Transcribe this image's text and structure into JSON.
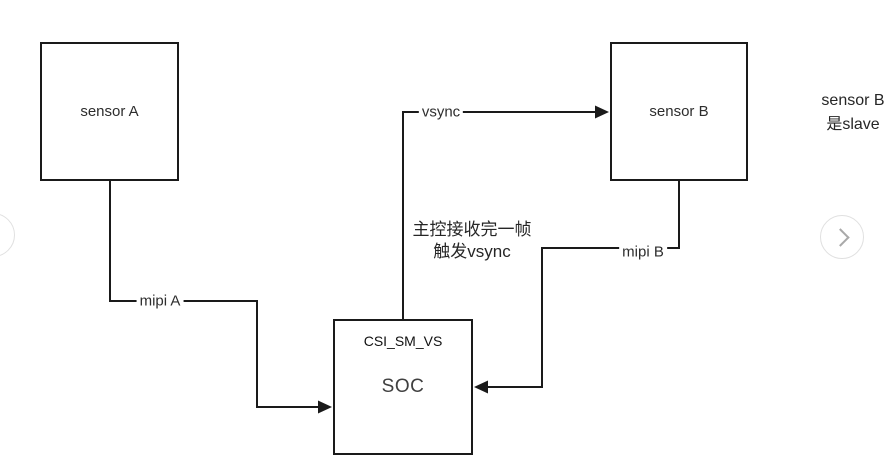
{
  "diagram": {
    "nodes": {
      "sensor_a": {
        "label": "sensor A"
      },
      "sensor_b": {
        "label": "sensor B"
      },
      "soc": {
        "label": "SOC",
        "sublabel": "CSI_SM_VS"
      }
    },
    "edges": {
      "vsync": {
        "label": "vsync",
        "from": "SOC",
        "to": "sensor B",
        "direction": "arrow-right"
      },
      "mipi_a": {
        "label": "mipi A",
        "from": "sensor A",
        "to": "SOC",
        "direction": "arrow-right"
      },
      "mipi_b": {
        "label": "mipi B",
        "from": "sensor B",
        "to": "SOC",
        "direction": "arrow-left"
      }
    },
    "annotations": {
      "trigger_note": {
        "line1": "主控接收完一帧",
        "line2": "触发vsync"
      },
      "slave_note": {
        "line1": "sensor B",
        "line2": "是slave"
      }
    },
    "colors": {
      "line": "#1a1a1a",
      "box_border": "#1a1a1a",
      "text": "#262626",
      "soc_text": "#404040",
      "nav_border": "#e0e0e0",
      "nav_chevron": "#a9a9a9",
      "background": "#ffffff"
    }
  }
}
